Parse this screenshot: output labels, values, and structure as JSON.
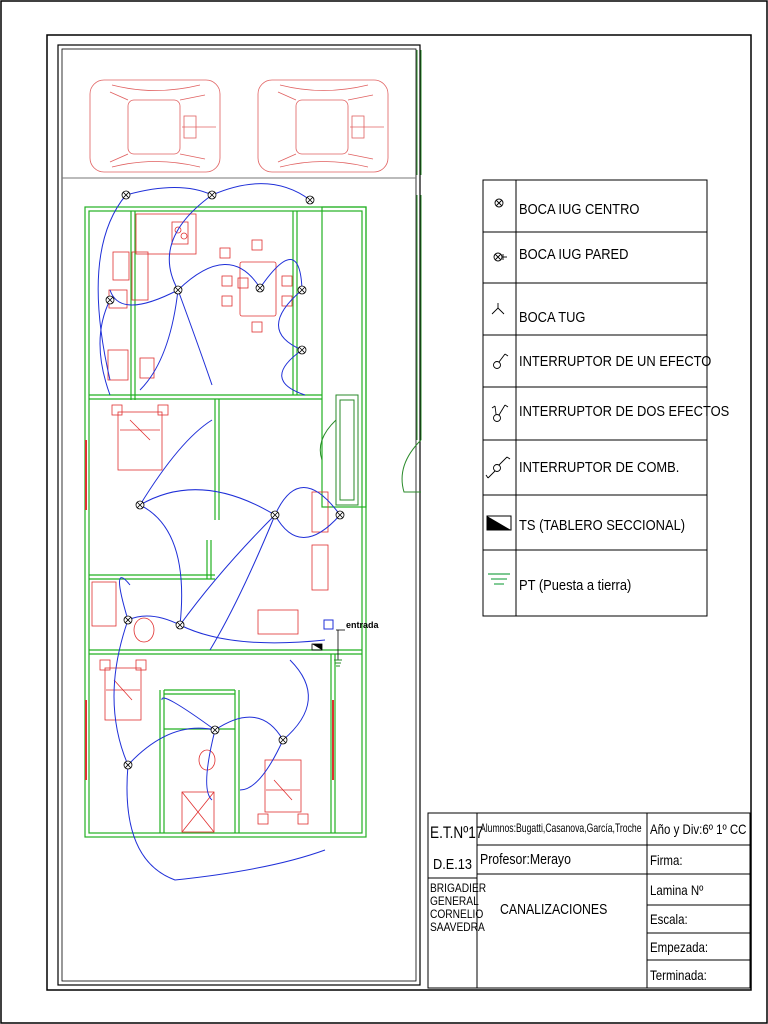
{
  "legend": {
    "items": [
      {
        "symbol": "boca-iug-centro",
        "label": "BOCA IUG CENTRO"
      },
      {
        "symbol": "boca-iug-pared",
        "label": "BOCA IUG PARED"
      },
      {
        "symbol": "boca-tug",
        "label": "BOCA TUG"
      },
      {
        "symbol": "interruptor-un-efecto",
        "label": "INTERRUPTOR DE UN EFECTO"
      },
      {
        "symbol": "interruptor-dos-efectos",
        "label": "INTERRUPTOR DE DOS EFECTOS"
      },
      {
        "symbol": "interruptor-comb",
        "label": "INTERRUPTOR DE COMB."
      },
      {
        "symbol": "tablero-seccional",
        "label": "TS (TABLERO SECCIONAL)"
      },
      {
        "symbol": "puesta-a-tierra",
        "label": "PT (Puesta a tierra)"
      }
    ]
  },
  "plan": {
    "entrance_label": "entrada",
    "colors": {
      "wiring": "#1f2fd8",
      "walls": "#22b022",
      "furniture": "#e03030",
      "outline": "#000000"
    }
  },
  "title_block": {
    "school_line1": "E.T.Nº17",
    "school_line2": "D.E.13",
    "school_name": "BRIGADIER GENERAL CORNELIO SAAVEDRA",
    "students": "Alumnos:Bugatti,Casanova,García,Troche",
    "year_div": "Año y Div:6º 1º CC",
    "professor": "Profesor:Merayo",
    "firma": "Firma:",
    "lamina": "Lamina Nº",
    "title": "CANALIZACIONES",
    "escala": "Escala:",
    "empezada": "Empezada:",
    "terminada": "Terminada:"
  }
}
